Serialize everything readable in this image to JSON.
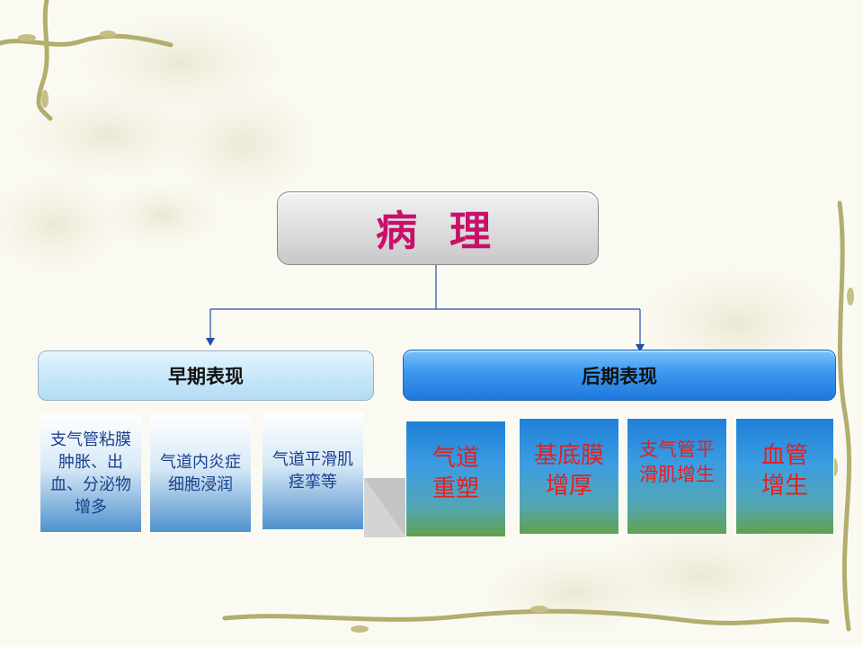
{
  "root": {
    "label": "病 理"
  },
  "categories": {
    "early": {
      "label": "早期表现"
    },
    "late": {
      "label": "后期表现"
    }
  },
  "early_items": [
    {
      "text": "支气管粘膜肿胀、出血、分泌物增多"
    },
    {
      "text": "气道内炎症细胞浸润"
    },
    {
      "text": "气道平滑肌痉挛等"
    }
  ],
  "late_items": [
    {
      "text": "气道重塑"
    },
    {
      "text": "基底膜增厚"
    },
    {
      "text": "支气管平滑肌增生"
    },
    {
      "text": "血管增生"
    }
  ],
  "colors": {
    "root_text": "#c8106a",
    "connector": "#1f4ea8",
    "late_text": "#e32020",
    "early_text": "#1a3f8c"
  }
}
